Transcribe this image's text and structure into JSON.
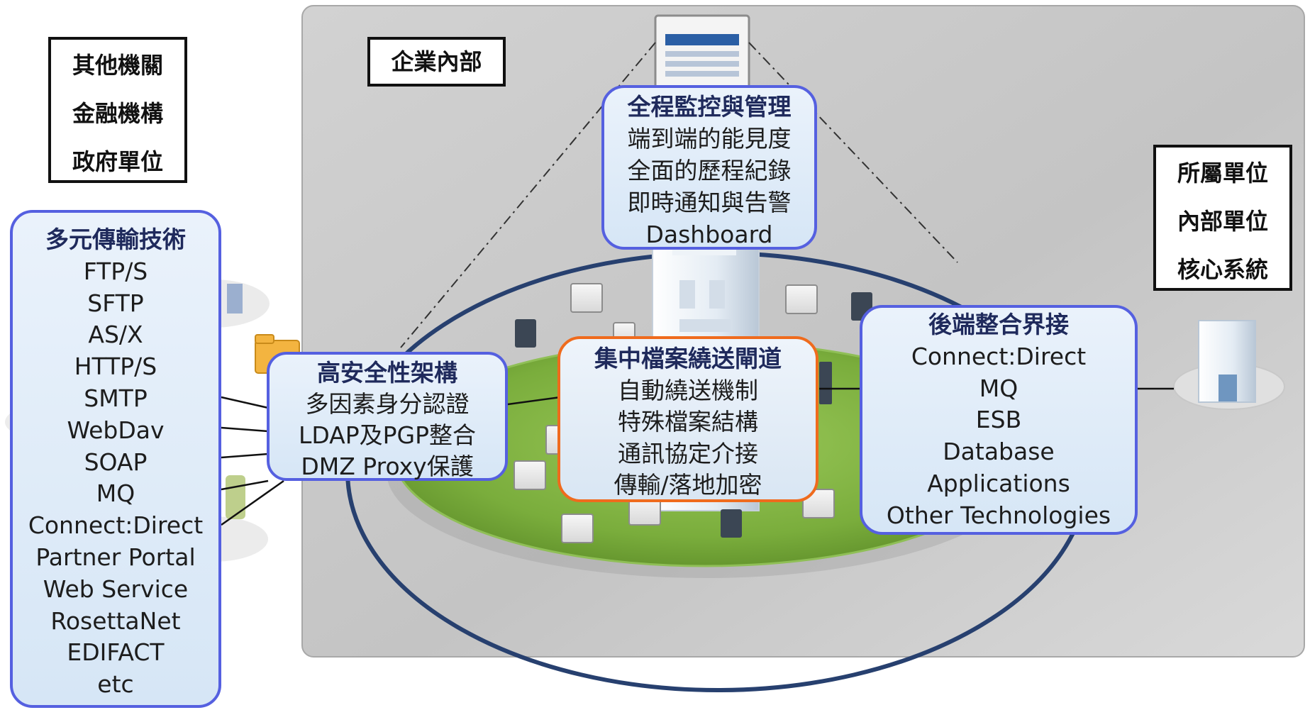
{
  "other_parties": {
    "lines": [
      "其他機關",
      "金融機構",
      "政府單位"
    ]
  },
  "enterprise_label": "企業內部",
  "internal_parties": {
    "lines": [
      "所屬單位",
      "內部單位",
      "核心系統"
    ]
  },
  "monitoring": {
    "title": "全程監控與管理",
    "items": [
      "端到端的能見度",
      "全面的歷程紀錄",
      "即時通知與告警",
      "Dashboard"
    ]
  },
  "transport": {
    "title": "多元傳輸技術",
    "items": [
      "FTP/S",
      "SFTP",
      "AS/X",
      "HTTP/S",
      "SMTP",
      "WebDav",
      "SOAP",
      "MQ",
      "Connect:Direct",
      "Partner Portal",
      "Web Service",
      "RosettaNet",
      "EDIFACT",
      "etc"
    ]
  },
  "security": {
    "title": "高安全性架構",
    "items": [
      "多因素身分認證",
      "LDAP及PGP整合",
      "DMZ Proxy保護"
    ]
  },
  "gateway": {
    "title": "集中檔案繞送閘道",
    "items": [
      "自動繞送機制",
      "特殊檔案結構",
      "通訊協定介接",
      "傳輸/落地加密"
    ]
  },
  "backend": {
    "title": "後端整合界接",
    "items": [
      "Connect:Direct",
      "MQ",
      "ESB",
      "Database",
      "Applications",
      "Other Technologies"
    ]
  },
  "colors": {
    "box_border_blue": "#5560e0",
    "box_border_orange": "#ef6b1d",
    "platform_green": "#7aad3c",
    "ellipse_blue": "#27406f",
    "enterprise_panel": "#c8c8c8"
  }
}
